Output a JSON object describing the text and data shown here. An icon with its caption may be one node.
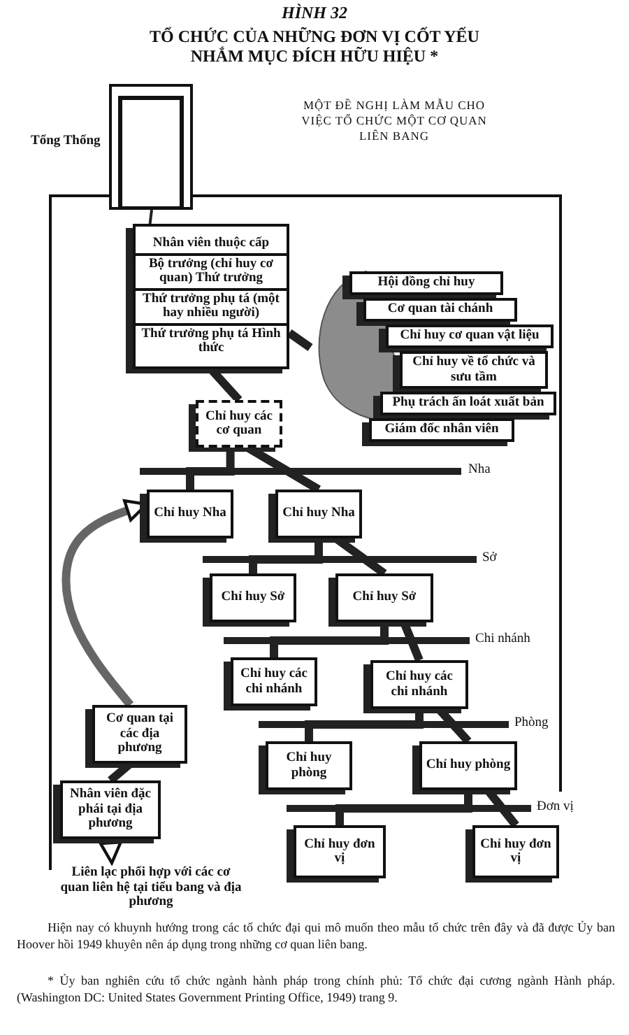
{
  "diagram": {
    "title": "TỔ CHỨC CỦA NHỮNG ĐƠN VỊ CỐT YẾU NHẮM MỤC ĐÍCH HỮU HIỆU *",
    "caption": "Hiện nay có khuynh hướng trong các tổ chức đại qui mô muốn theo mẫu tổ chức trên đây và đã được Ủy ban Hoover hồi 1949 khuyên nên áp dụng trong những cơ quan liên bang.",
    "nodes": [
      {
        "text": [
          "Tổng Thống"
        ]
      },
      {
        "text": [
          "Nhân viên thuộc cấp",
          "Bộ trưởng (chỉ huy cơ quan) Thứ trưởng",
          "Thứ trưởng phụ tá (một hay nhiều người)",
          "Thứ trưởng phụ tá Hình thức"
        ]
      },
      {
        "text": [],
        "shape": "cloud"
      },
      {
        "text": [
          "Hội đồng chỉ huy"
        ]
      },
      {
        "text": [
          "Cơ quan tài chánh"
        ]
      },
      {
        "text": [
          "Chỉ huy cơ quan vật liệu"
        ]
      },
      {
        "text": [
          "Chỉ huy về tổ chức và sưu tầm"
        ]
      },
      {
        "text": [
          "Phụ trách ấn loát xuất bản"
        ]
      },
      {
        "text": [
          "Giám đốc nhân viên"
        ]
      },
      {
        "text": [
          "Chỉ huy các cơ quan"
        ]
      },
      {
        "text": [
          "Chỉ huy Nha"
        ]
      },
      {
        "text": [
          "Chỉ huy Nha"
        ]
      },
      {
        "text": [
          "Chỉ huy Sở"
        ]
      },
      {
        "text": [
          "Chỉ huy Sở"
        ]
      },
      {
        "text": [
          "Chỉ huy các chi nhánh"
        ]
      },
      {
        "text": [
          "Chỉ huy các chi nhánh"
        ]
      },
      {
        "text": [
          "Chỉ huy phòng"
        ]
      },
      {
        "text": [
          "Chỉ huy phòng"
        ]
      },
      {
        "text": [
          "Chỉ huy đơn vị"
        ]
      },
      {
        "text": [
          "Chỉ huy đơn vị"
        ]
      },
      {
        "text": [
          "Cơ quan tại các địa phương"
        ]
      },
      {
        "text": [
          "Nhân viên đặc phái tại địa phương"
        ]
      },
      {
        "text": [
          "Liên lạc phối hợp với các cơ quan liên hệ tại tiểu bang và địa phương"
        ]
      }
    ],
    "edges": [
      {
        "from": 0,
        "to": 1,
        "arrow": "none"
      },
      {
        "from": 1,
        "to": 2,
        "arrow": "none"
      },
      {
        "from": 1,
        "to": 9,
        "arrow": "none"
      },
      {
        "from": 9,
        "to": 10,
        "arrow": "none"
      },
      {
        "from": 9,
        "to": 11,
        "arrow": "none"
      },
      {
        "from": 11,
        "to": 12,
        "arrow": "none"
      },
      {
        "from": 11,
        "to": 13,
        "arrow": "none"
      },
      {
        "from": 13,
        "to": 14,
        "arrow": "none"
      },
      {
        "from": 13,
        "to": 15,
        "arrow": "none"
      },
      {
        "from": 15,
        "to": 16,
        "arrow": "none"
      },
      {
        "from": 15,
        "to": 17,
        "arrow": "none"
      },
      {
        "from": 17,
        "to": 18,
        "arrow": "none"
      },
      {
        "from": 17,
        "to": 19,
        "arrow": "none"
      },
      {
        "from": 20,
        "to": 21,
        "arrow": "none"
      },
      {
        "from": 21,
        "to": 22,
        "arrow": "to"
      },
      {
        "from": 20,
        "to": 10,
        "arrow": "to"
      }
    ],
    "labels": [
      "HÌNH 32",
      "MỘT ĐỀ NGHỊ LÀM MẪU CHO VIỆC TỔ CHỨC MỘT CƠ QUAN LIÊN BANG",
      "Nha",
      "Sở",
      "Chi nhánh",
      "Phòng",
      "Đơn vị",
      "* Ủy ban nghiên cứu tổ chức ngành hành pháp trong chính phủ: Tổ chức đại cương ngành Hành pháp. (Washington DC: United States Government Printing Office, 1949) trang 9."
    ]
  }
}
